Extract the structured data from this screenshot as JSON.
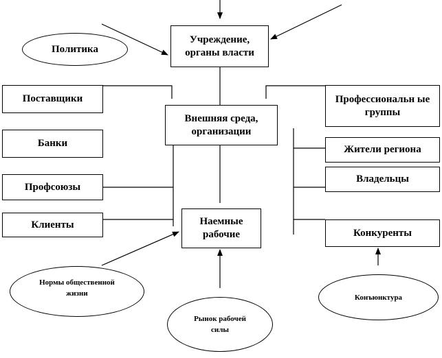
{
  "nodes": {
    "institution": "Учреждение, органы власти",
    "policy": "Политика",
    "suppliers": "Поставщики",
    "external_env": "Внешняя среда, организации",
    "prof_groups": "Профессиональн ые группы",
    "banks": "Банки",
    "residents": "Жители региона",
    "unions": "Профсоюзы",
    "owners": "Владельцы",
    "clients": "Клиенты",
    "hired_workers": "Наемные рабочие",
    "competitors": "Конкуренты",
    "social_norms": "Нормы общественной жизни",
    "conjuncture": "Конъюнктура",
    "labor_market": "Рынок рабочей силы"
  }
}
